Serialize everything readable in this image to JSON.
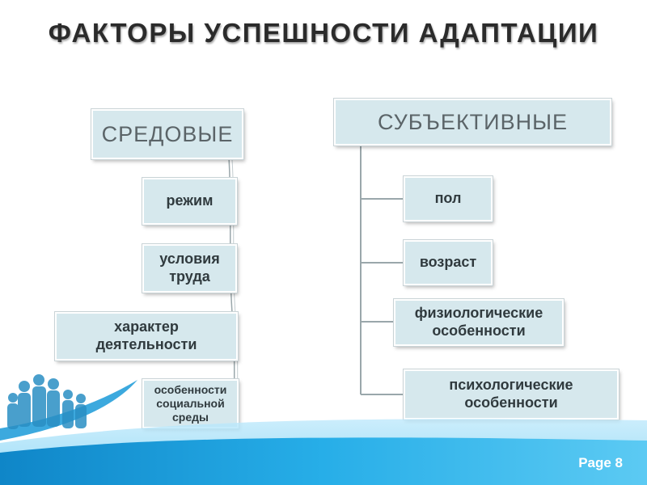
{
  "slide": {
    "title": "ФАКТОРЫ УСПЕШНОСТИ АДАПТАЦИИ",
    "page_label": "Page 8"
  },
  "diagram": {
    "left": {
      "header": "СРЕДОВЫЕ",
      "items": [
        "режим",
        "условия\nтруда",
        "характер\nдеятельности",
        "особенности\nсоциальной\nсреды"
      ]
    },
    "right": {
      "header": "СУБЪЕКТИВНЫЕ",
      "items": [
        "пол",
        "возраст",
        "физиологические\nособенности",
        "психологические\nособенности"
      ]
    }
  },
  "colors": {
    "box_fill": "#d6e8ed",
    "connector": "#9aa7ab",
    "title_text": "#2b2b2b",
    "footer_wave": "#1ea0df"
  }
}
